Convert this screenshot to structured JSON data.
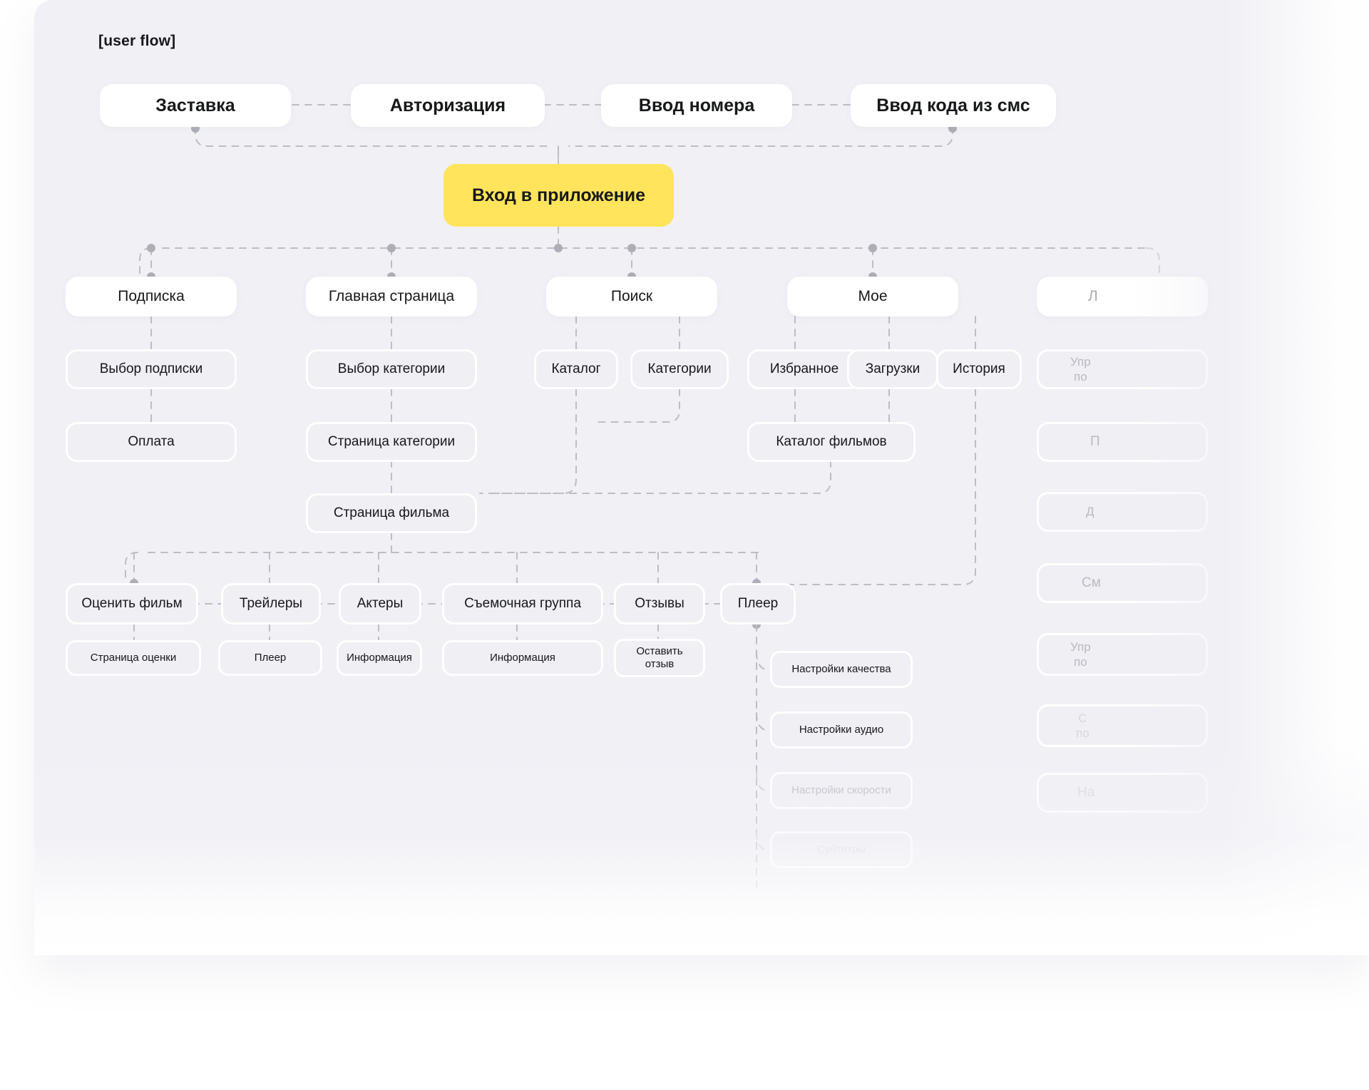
{
  "title": "[user flow]",
  "colors": {
    "board_bg": "#F0F0F5",
    "node_white": "#FFFFFF",
    "node_chip": "#EFEFF4",
    "accent_yellow": "#FFE45C",
    "text": "#17181A",
    "edge": "#BDBDC4"
  },
  "levels": {
    "auth_row": [
      {
        "id": "splash",
        "label": "Заставка"
      },
      {
        "id": "auth",
        "label": "Авторизация"
      },
      {
        "id": "phone",
        "label": "Ввод номера"
      },
      {
        "id": "smscode",
        "label": "Ввод кода из смс"
      }
    ],
    "entry": {
      "id": "entry",
      "label": "Вход в приложение"
    },
    "main_sections": [
      {
        "id": "subscription",
        "label": "Подписка"
      },
      {
        "id": "home",
        "label": "Главная страница"
      },
      {
        "id": "search",
        "label": "Поиск"
      },
      {
        "id": "mine",
        "label": "Мое"
      },
      {
        "id": "profile",
        "label": "Л"
      }
    ],
    "sub_nodes": [
      {
        "id": "choose-subscription",
        "label": "Выбор подписки"
      },
      {
        "id": "payment",
        "label": "Оплата"
      },
      {
        "id": "choose-category",
        "label": "Выбор категории"
      },
      {
        "id": "category-page",
        "label": "Страница категории"
      },
      {
        "id": "movie-page",
        "label": "Страница фильма"
      },
      {
        "id": "catalog",
        "label": "Каталог"
      },
      {
        "id": "categories",
        "label": "Категории"
      },
      {
        "id": "favorites",
        "label": "Избранное"
      },
      {
        "id": "downloads",
        "label": "Загрузки"
      },
      {
        "id": "history",
        "label": "История"
      },
      {
        "id": "movie-catalog",
        "label": "Каталог фильмов"
      }
    ],
    "movie_actions": [
      {
        "id": "rate-movie",
        "label": "Оценить фильм"
      },
      {
        "id": "trailers",
        "label": "Трейлеры"
      },
      {
        "id": "actors",
        "label": "Актеры"
      },
      {
        "id": "crew",
        "label": "Съемочная группа"
      },
      {
        "id": "reviews",
        "label": "Отзывы"
      },
      {
        "id": "player",
        "label": "Плеер"
      }
    ],
    "movie_action_leaves": [
      {
        "id": "rating-page",
        "label": "Страница оценки"
      },
      {
        "id": "player-leaf",
        "label": "Плеер"
      },
      {
        "id": "actors-info",
        "label": "Информация"
      },
      {
        "id": "crew-info",
        "label": "Информация"
      },
      {
        "id": "leave-review",
        "label": "Оставить\nотзыв"
      }
    ],
    "player_settings": [
      {
        "id": "quality-settings",
        "label": "Настройки качества",
        "dim": false
      },
      {
        "id": "audio-settings",
        "label": "Настройки аудио",
        "dim": false
      },
      {
        "id": "speed-settings",
        "label": "Настройки скорости",
        "dim": true
      },
      {
        "id": "subtitles",
        "label": "Субтитры",
        "dim": true
      }
    ],
    "profile_column": [
      {
        "id": "profile-manage-1",
        "label": "Упр\nпо"
      },
      {
        "id": "profile-item-2",
        "label": "П"
      },
      {
        "id": "profile-item-3",
        "label": "Д"
      },
      {
        "id": "profile-item-4",
        "label": "См"
      },
      {
        "id": "profile-manage-5",
        "label": "Упр\nпо"
      },
      {
        "id": "profile-item-6",
        "label": "С\nпо"
      },
      {
        "id": "profile-item-7",
        "label": "На"
      }
    ]
  }
}
